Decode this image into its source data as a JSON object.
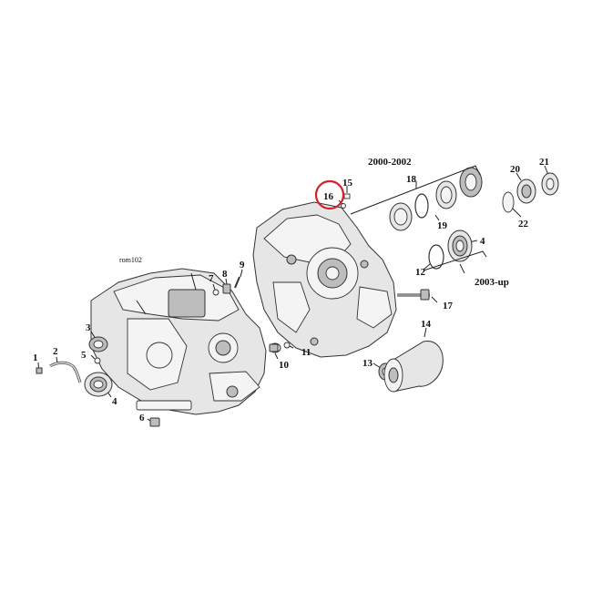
{
  "diagram": {
    "reference_code": "rom102",
    "highlight_color": "#d4202a",
    "year_labels": {
      "early": "2000-2002",
      "late": "2003-up"
    },
    "callouts": {
      "c1": "1",
      "c2": "2",
      "c3": "3",
      "c4a": "4",
      "c4b": "4",
      "c5": "5",
      "c6": "6",
      "c7": "7",
      "c8": "8",
      "c9": "9",
      "c10": "10",
      "c11": "11",
      "c12": "12",
      "c13": "13",
      "c14": "14",
      "c15": "15",
      "c16": "16",
      "c17": "17",
      "c18": "18",
      "c19": "19",
      "c20": "20",
      "c21": "21",
      "c22": "22"
    },
    "highlighted_part": "16"
  }
}
